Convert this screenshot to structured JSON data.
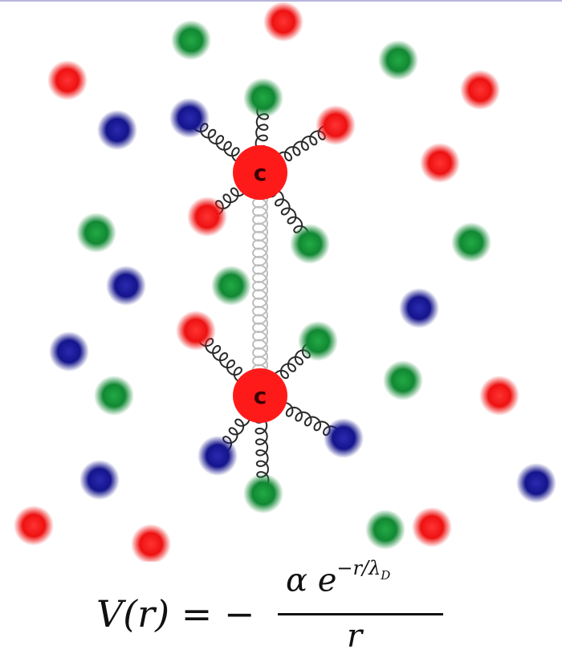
{
  "diagram": {
    "quark_colors": {
      "red": "#ee1111",
      "green": "#118833",
      "blue": "#14148c"
    },
    "charm_quark_label": "c",
    "formula": {
      "lhs": "V(r) =",
      "sign": "−",
      "numerator": "α e",
      "exponent": "−r/λ",
      "exponent_subscript": "D",
      "denominator": "r"
    }
  }
}
